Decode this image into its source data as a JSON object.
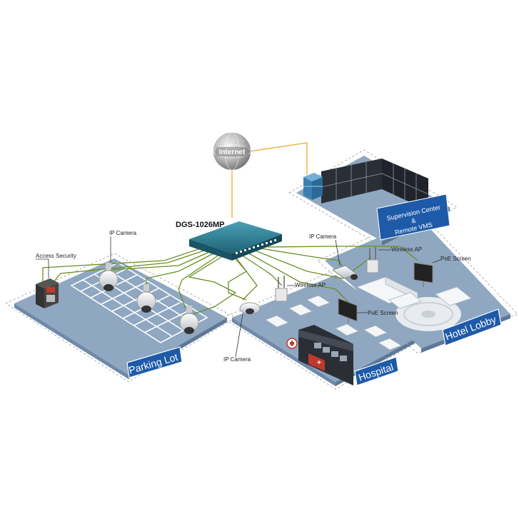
{
  "internet": {
    "label": "Internet"
  },
  "switch": {
    "label": "DGS-1026MP"
  },
  "supervision": {
    "line1": "Supervision Center",
    "line2": "&",
    "line3": "Remote VMS"
  },
  "areas": {
    "parking_lot": "Parking Lot",
    "hospital": "Hospital",
    "hotel_lobby": "Hotel Lobby"
  },
  "labels": {
    "ip_camera_parking": "IP Camera",
    "access_security": "Access Security",
    "ip_camera_hospital": "IP Camera",
    "wireless_ap_hospital": "Wireless AP",
    "poe_screen_hospital": "PoE Screen",
    "ip_camera_lobby": "IP Camera",
    "wireless_ap_lobby": "Wireless AP",
    "poe_screen_lobby": "PoE Screen"
  },
  "colors": {
    "floor": "#8fa7c1",
    "floor_dark": "#6f8aa8",
    "area_label_bg": "#1e5aa8",
    "cable": "#6b8e23",
    "internet_link": "#f0a830",
    "switch_body": "#2f7f95"
  }
}
